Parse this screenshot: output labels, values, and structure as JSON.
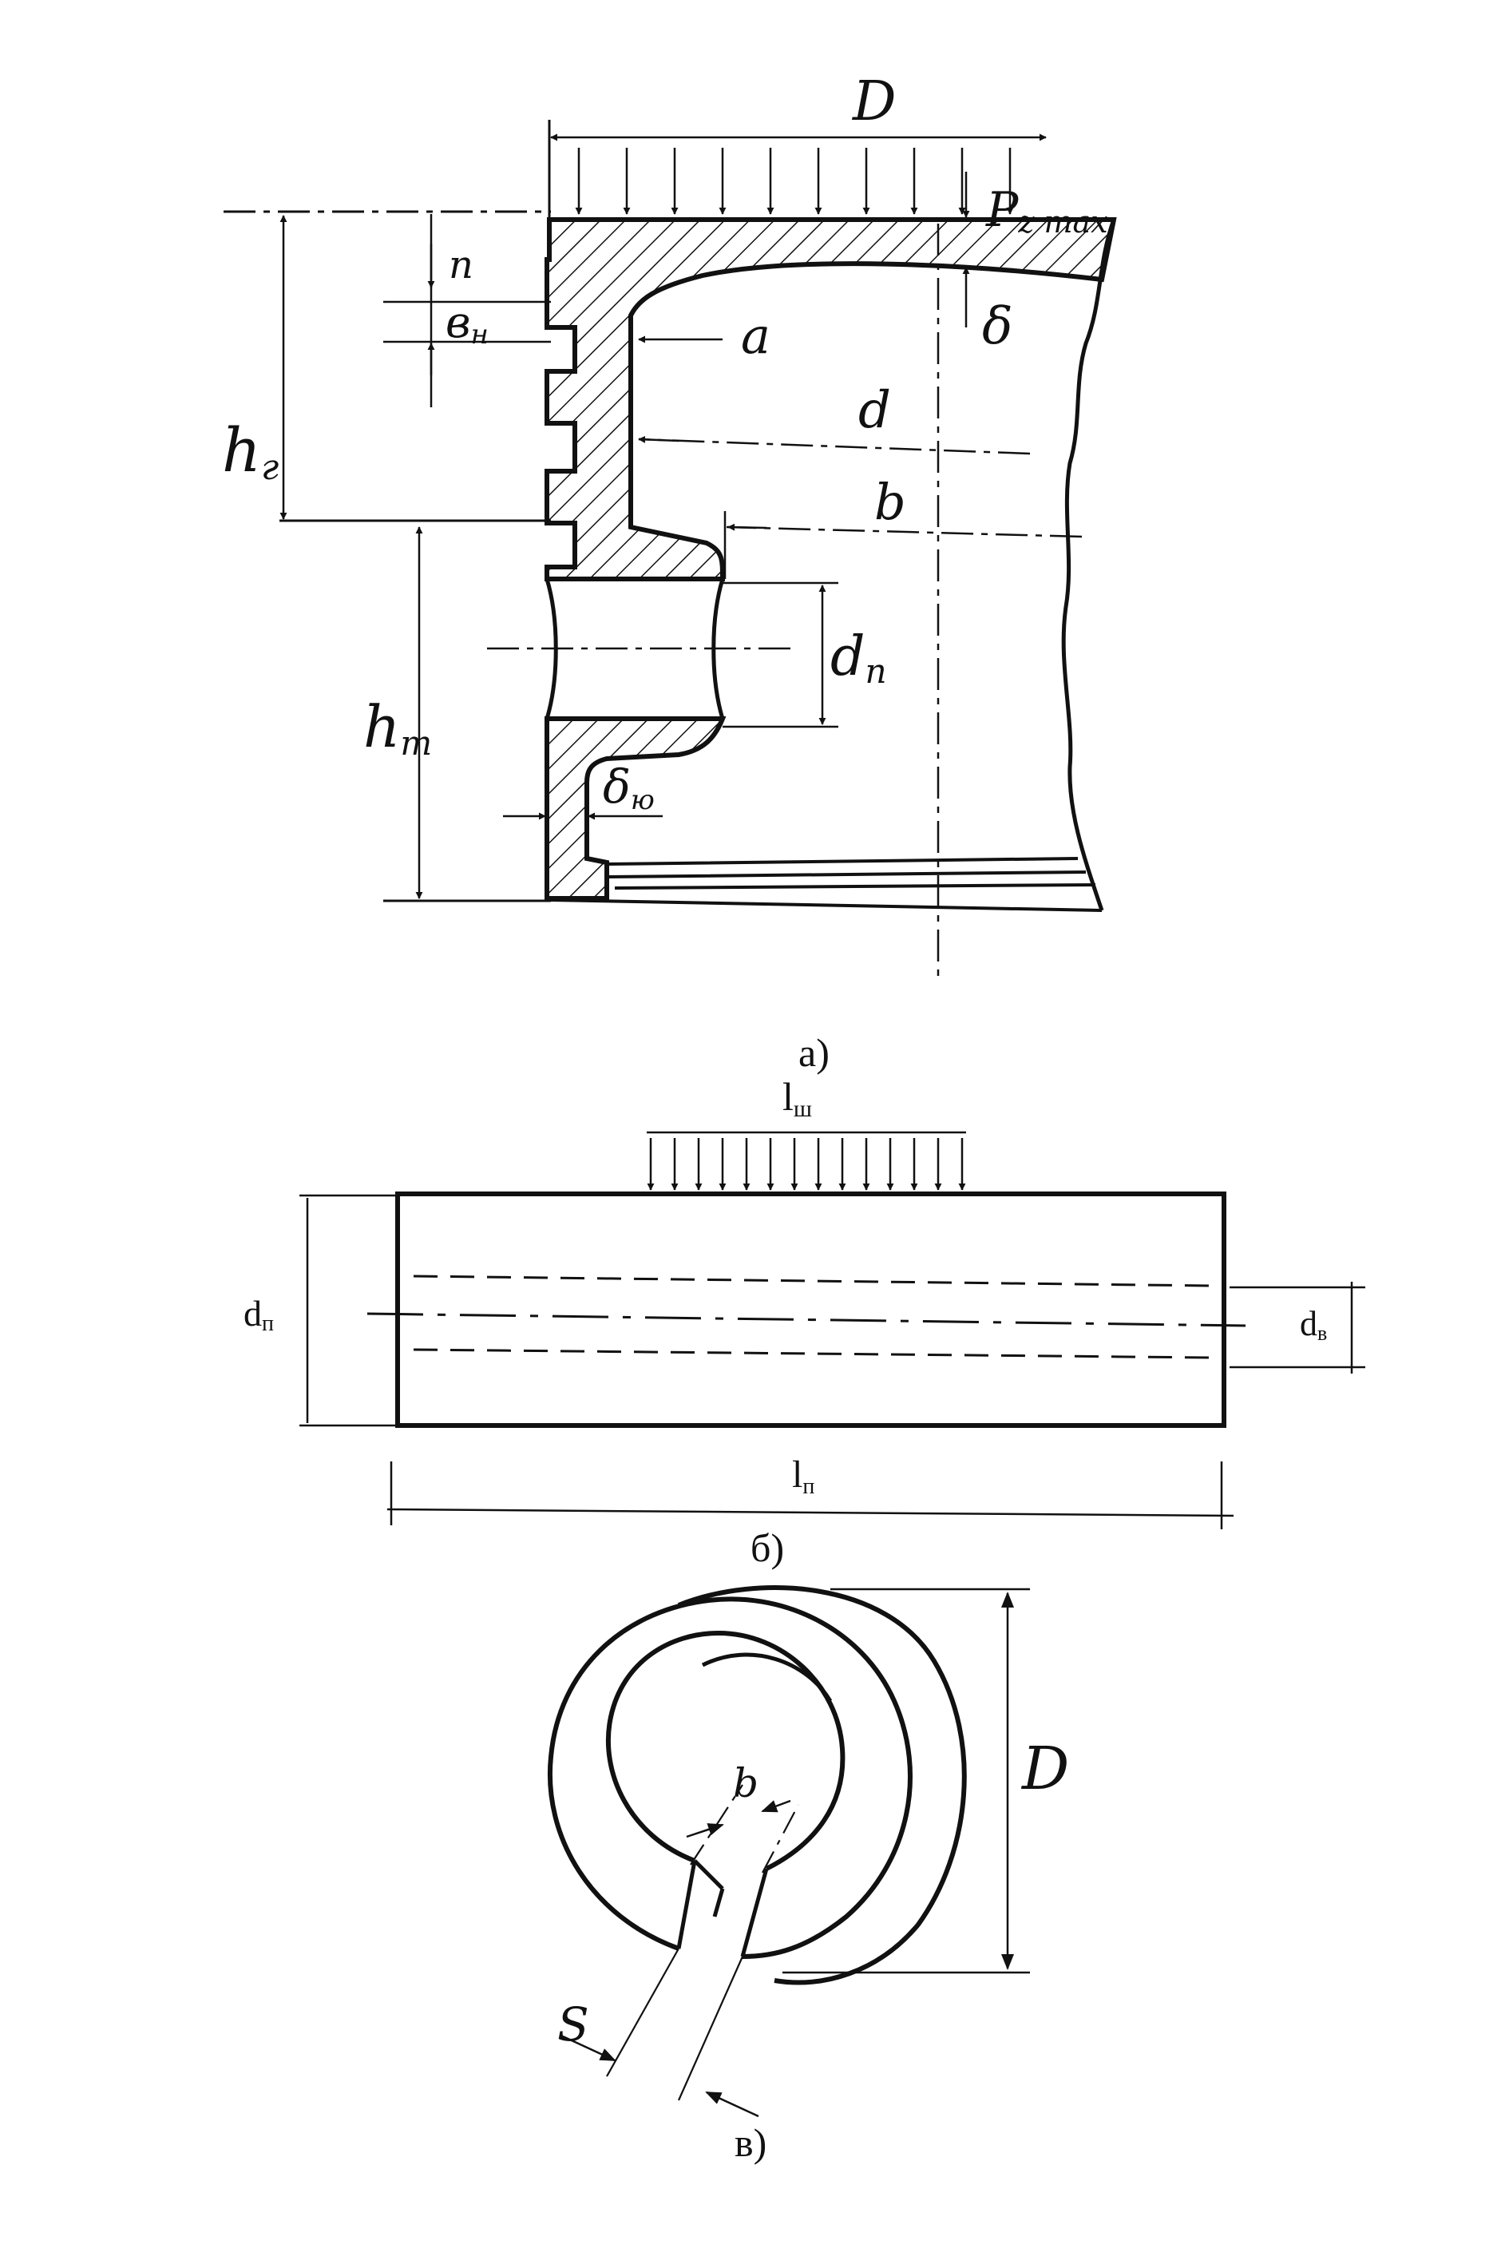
{
  "colors": {
    "ink": "#111111",
    "paper": "#ffffff"
  },
  "figure_a": {
    "caption": "а)",
    "labels": {
      "D": "D",
      "pmax": "P",
      "pmax_sub": "z max",
      "delta": "δ",
      "n": "n",
      "vn": "в",
      "vn_sub": "н",
      "a": "a",
      "d": "d",
      "hg": "h",
      "hg_sub": "г",
      "b": "b",
      "dp": "d",
      "dp_sub": "п",
      "ht": "h",
      "ht_sub": "т",
      "delta_yu": "δ",
      "delta_yu_sub": "ю"
    }
  },
  "figure_b": {
    "caption": "б)",
    "labels": {
      "lsh": "l",
      "lsh_sub": "ш",
      "dp": "d",
      "dp_sub": "п",
      "dv": "d",
      "dv_sub": "в",
      "lp": "l",
      "lp_sub": "п"
    }
  },
  "figure_v": {
    "caption": "в)",
    "labels": {
      "b": "b",
      "D": "D",
      "S": "S"
    }
  }
}
